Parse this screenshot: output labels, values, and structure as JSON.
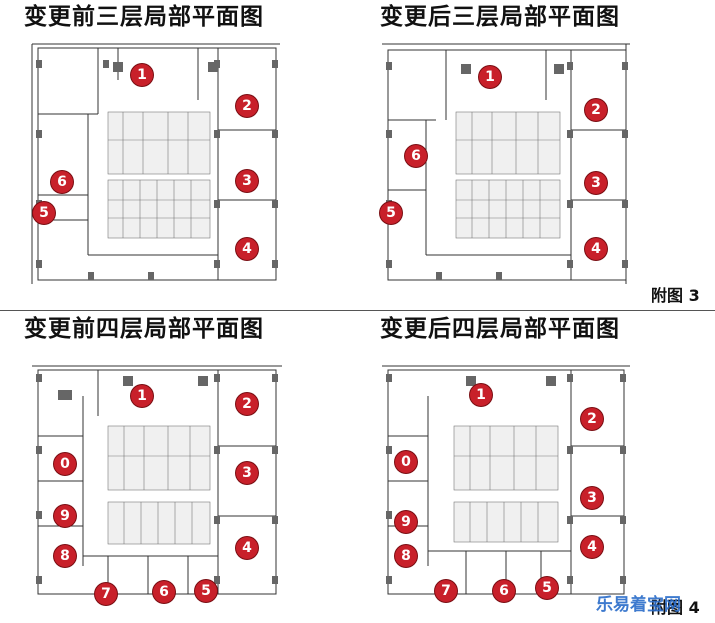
{
  "titles": {
    "before_3f": "变更前三层局部平面图",
    "after_3f": "变更后三层局部平面图",
    "before_4f": "变更前四层局部平面图",
    "after_4f": "变更后四层局部平面图"
  },
  "figure_labels": {
    "fig3": "附图 3",
    "fig4": "附图 4"
  },
  "watermark": "乐易着宝网",
  "markers": {
    "before_3f": [
      "1",
      "2",
      "3",
      "4",
      "5",
      "6"
    ],
    "after_3f": [
      "1",
      "2",
      "3",
      "4",
      "5",
      "6"
    ],
    "before_4f": [
      "1",
      "2",
      "3",
      "4",
      "0",
      "9",
      "8",
      "7",
      "6",
      "5"
    ],
    "after_4f": [
      "1",
      "2",
      "3",
      "4",
      "0",
      "9",
      "8",
      "7",
      "6",
      "5"
    ]
  },
  "colors": {
    "marker": "#c8202a",
    "wall": "#333333",
    "column": "#666666"
  }
}
